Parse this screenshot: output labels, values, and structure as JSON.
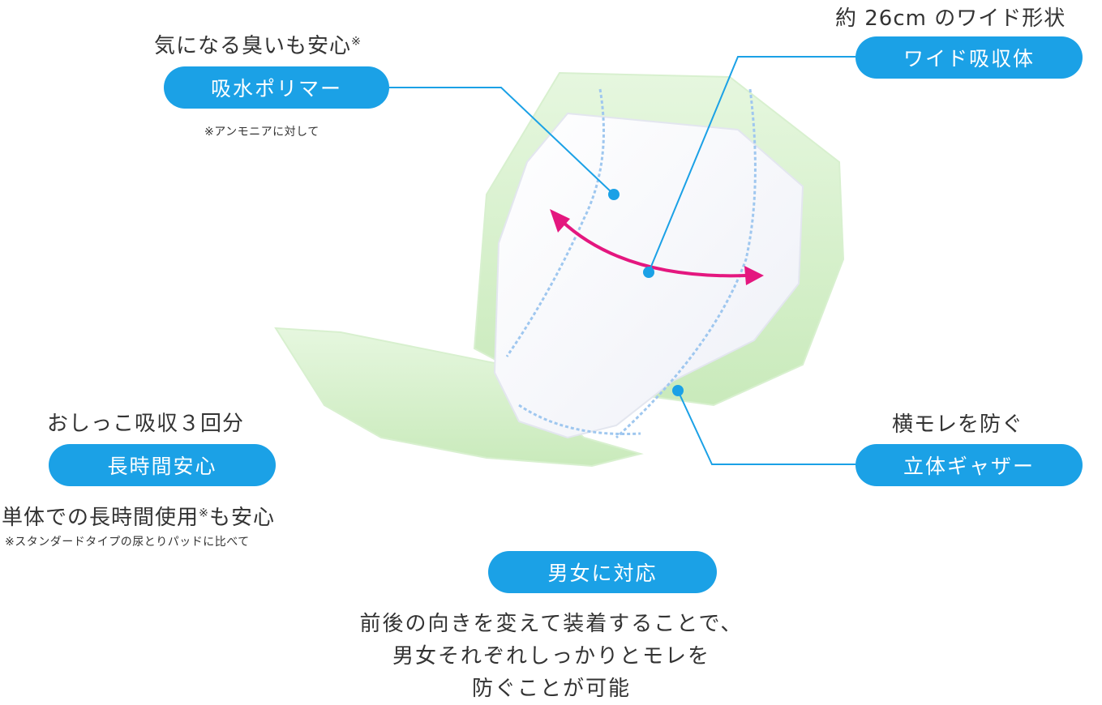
{
  "colors": {
    "accent_blue": "#1ba1e6",
    "arrow_magenta": "#e4177f",
    "pad_green": "#cfeec3",
    "text": "#333333"
  },
  "features": {
    "polymer": {
      "heading": "気になる臭いも安心",
      "heading_mark": "※",
      "pill": "吸水ポリマー",
      "note": "※アンモニアに対して"
    },
    "wide": {
      "heading": "約 26cm のワイド形状",
      "pill": "ワイド吸収体"
    },
    "long": {
      "heading": "おしっこ吸収３回分",
      "pill": "長時間安心",
      "sub_before": "単体での長時間使用",
      "sub_mark": "※",
      "sub_after": "も安心",
      "note": "※スタンダードタイプの尿とりパッドに比べて"
    },
    "gather": {
      "heading": "横モレを防ぐ",
      "pill": "立体ギャザー"
    },
    "unisex": {
      "pill": "男女に対応",
      "desc_lines": [
        "前後の向きを変えて装着することで、",
        "男女それぞれしっかりとモレを",
        "防ぐことが可能"
      ]
    }
  }
}
